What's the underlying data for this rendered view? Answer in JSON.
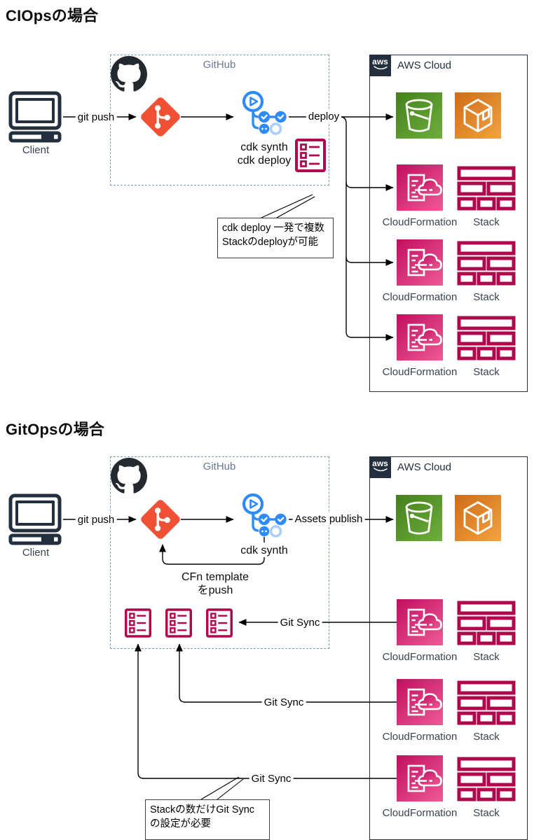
{
  "shared": {
    "client_label": "Client",
    "git_push_label": "git push",
    "github_label": "GitHub",
    "aws_cloud_label": "AWS Cloud",
    "aws_logo_text": "aws",
    "cloudformation_label": "CloudFormation",
    "stack_label": "Stack",
    "git_sync_label": "Git Sync"
  },
  "ciops": {
    "title": "CIOpsの場合",
    "actions_caption": [
      "cdk synth",
      "cdk deploy"
    ],
    "deploy_label": "deploy",
    "callout": [
      "cdk deploy 一発で複数",
      "Stackのdeployが可能"
    ]
  },
  "gitops": {
    "title": "GitOpsの場合",
    "actions_caption": "cdk synth",
    "assets_publish_label": "Assets publish",
    "cfn_push": [
      "CFn template",
      "をpush"
    ],
    "callout": [
      "Stackの数だけGit Sync",
      "の設定が必要"
    ]
  },
  "colors": {
    "git_orange": "#F05033",
    "actions_blue": "#2E8BFF",
    "actions_blue_faded": "#A9CEFC",
    "crimson": "#B0084D",
    "aws_dark_navy": "#232F3E",
    "github_dark": "#24292F",
    "github_text": "#68789B",
    "dashed_border": "#8098C6",
    "s3_green_gradient": [
      "#45801C",
      "#6EAE3C"
    ],
    "ecr_orange_gradient": [
      "#CE6C17",
      "#F2A341"
    ],
    "cloudformation_pink_gradient": [
      "#C00F60",
      "#EF5A95"
    ],
    "edge_black": "#000000"
  }
}
